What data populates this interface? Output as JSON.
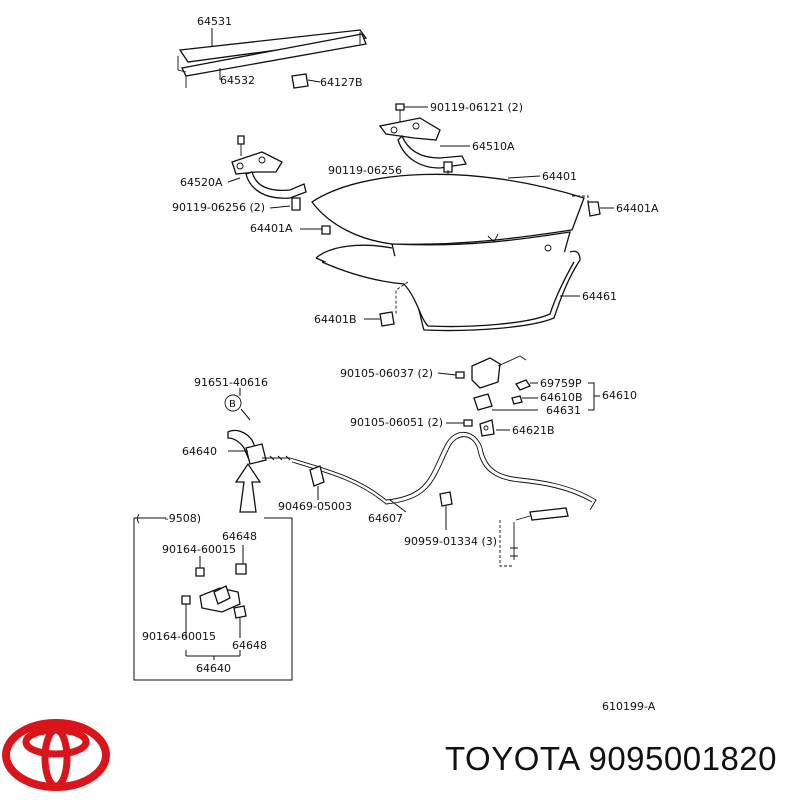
{
  "parts": {
    "p64531": "64531",
    "p64532": "64532",
    "p64127B": "64127B",
    "p90119_06121": "90119-06121 (2)",
    "p64510A": "64510A",
    "p90119_06256_top": "90119-06256",
    "p64401": "64401",
    "p64520A": "64520A",
    "p90119_06256_2": "90119-06256 (2)",
    "p64401A_left": "64401A",
    "p64401A_right": "64401A",
    "p64461": "64461",
    "p64401B": "64401B",
    "p90105_06037": "90105-06037 (2)",
    "p69759P": "69759P",
    "p64610B": "64610B",
    "p64610": "64610",
    "p64631": "64631",
    "p90105_06051": "90105-06051 (2)",
    "p64621B": "64621B",
    "p91651_40616": "91651-40616",
    "pB": "B",
    "p64640_main": "64640",
    "p90469_05003": "90469-05003",
    "p64607": "64607",
    "p90959_01334": "90959-01334 (3)",
    "inset_period": "(       -9508)",
    "p64648_top": "64648",
    "p90164_60015_top": "90164-60015",
    "p90164_60015_bottom": "90164-60015",
    "p64648_bottom": "64648",
    "p64640_inset": "64640"
  },
  "diagram_code": "610199-A",
  "logo": {
    "name": "toyota-logo-icon",
    "color": "#d9141b"
  },
  "brand_text": "TOYOTA 9095001820"
}
